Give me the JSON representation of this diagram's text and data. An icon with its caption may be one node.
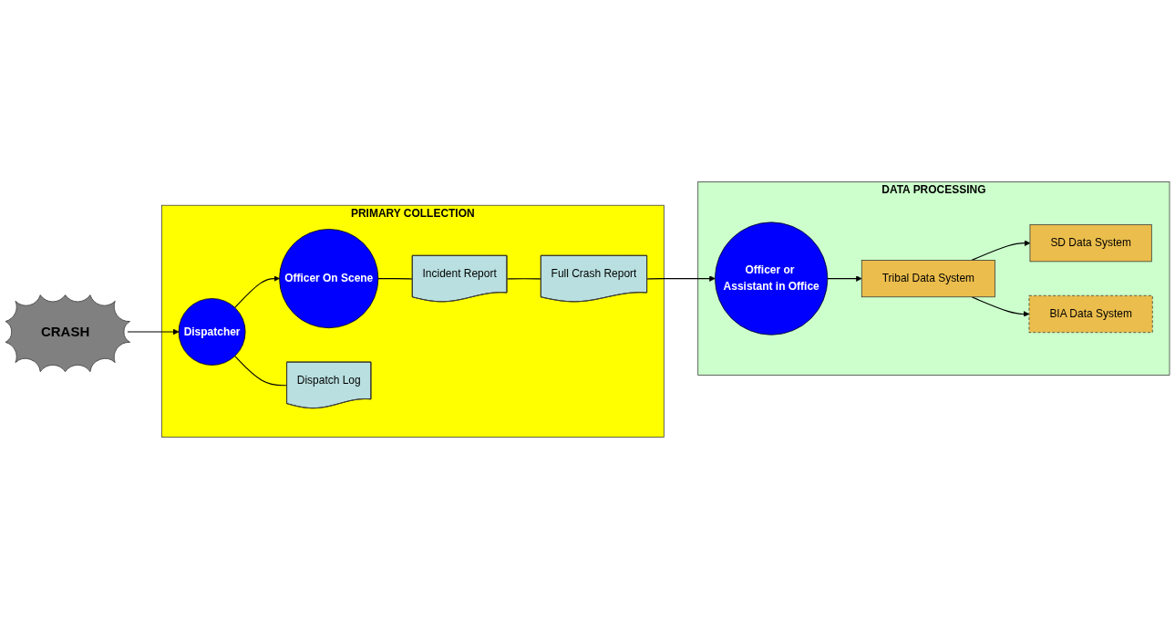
{
  "diagram": {
    "nodes": [
      {
        "text": [
          "CRASH"
        ]
      },
      {
        "text": [
          "PRIMARY COLLECTION"
        ]
      },
      {
        "text": [
          "Dispatcher"
        ],
        "in": 1
      },
      {
        "text": [
          "Officer On Scene"
        ],
        "in": 1
      },
      {
        "text": [
          "Dispatch Log"
        ],
        "in": 1
      },
      {
        "text": [
          "Incident Report"
        ],
        "in": 1
      },
      {
        "text": [
          "Full Crash Report"
        ],
        "in": 1
      },
      {
        "text": [
          "DATA PROCESSING"
        ]
      },
      {
        "text": [
          "Officer or Assistant in Office"
        ],
        "in": 7
      },
      {
        "text": [
          "Tribal Data System"
        ],
        "in": 7
      },
      {
        "text": [
          "SD Data System"
        ],
        "in": 7
      },
      {
        "text": [
          "BIA Data System"
        ],
        "in": 7
      }
    ],
    "edges": [
      {
        "from": 0,
        "to": 2,
        "arrow": "to"
      },
      {
        "from": 2,
        "to": 3,
        "arrow": "to"
      },
      {
        "from": 2,
        "to": 4,
        "arrow": "none"
      },
      {
        "from": 3,
        "to": 5,
        "arrow": "none"
      },
      {
        "from": 5,
        "to": 6,
        "arrow": "none"
      },
      {
        "from": 6,
        "to": 8,
        "arrow": "to"
      },
      {
        "from": 8,
        "to": 9,
        "arrow": "to"
      },
      {
        "from": 9,
        "to": 10,
        "arrow": "to"
      },
      {
        "from": 9,
        "to": 11,
        "arrow": "to"
      }
    ]
  }
}
